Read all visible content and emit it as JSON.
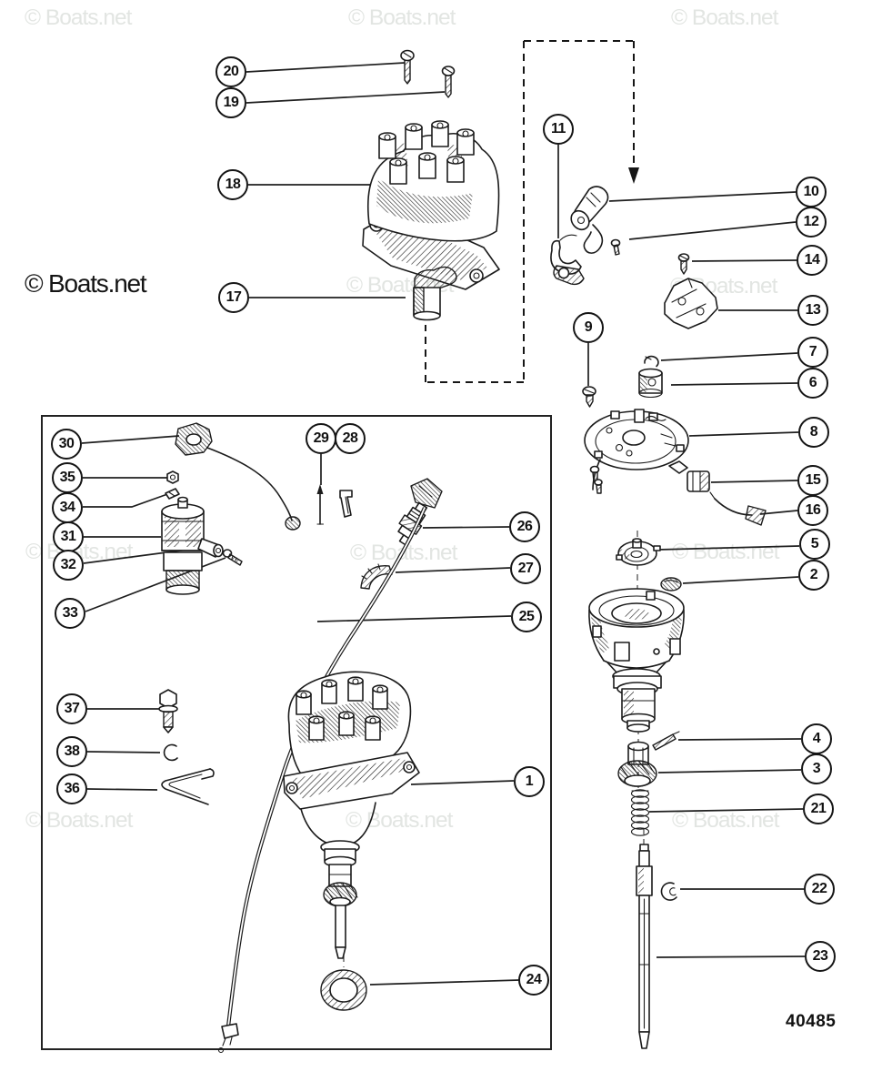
{
  "watermark": {
    "text": "© Boats.net"
  },
  "drawing": {
    "number": "40485"
  },
  "callouts": {
    "c1": {
      "label": "1"
    },
    "c2": {
      "label": "2"
    },
    "c3": {
      "label": "3"
    },
    "c4": {
      "label": "4"
    },
    "c5": {
      "label": "5"
    },
    "c6": {
      "label": "6"
    },
    "c7": {
      "label": "7"
    },
    "c8": {
      "label": "8"
    },
    "c9": {
      "label": "9"
    },
    "c10": {
      "label": "10"
    },
    "c11": {
      "label": "11"
    },
    "c12": {
      "label": "12"
    },
    "c13": {
      "label": "13"
    },
    "c14": {
      "label": "14"
    },
    "c15": {
      "label": "15"
    },
    "c16": {
      "label": "16"
    },
    "c17": {
      "label": "17"
    },
    "c18": {
      "label": "18"
    },
    "c19": {
      "label": "19"
    },
    "c20": {
      "label": "20"
    },
    "c21": {
      "label": "21"
    },
    "c22": {
      "label": "22"
    },
    "c23": {
      "label": "23"
    },
    "c24": {
      "label": "24"
    },
    "c25": {
      "label": "25"
    },
    "c26": {
      "label": "26"
    },
    "c27": {
      "label": "27"
    },
    "c28": {
      "label": "28"
    },
    "c29": {
      "label": "29"
    },
    "c30": {
      "label": "30"
    },
    "c31": {
      "label": "31"
    },
    "c32": {
      "label": "32"
    },
    "c33": {
      "label": "33"
    },
    "c34": {
      "label": "34"
    },
    "c35": {
      "label": "35"
    },
    "c36": {
      "label": "36"
    },
    "c37": {
      "label": "37"
    },
    "c38": {
      "label": "38"
    }
  }
}
